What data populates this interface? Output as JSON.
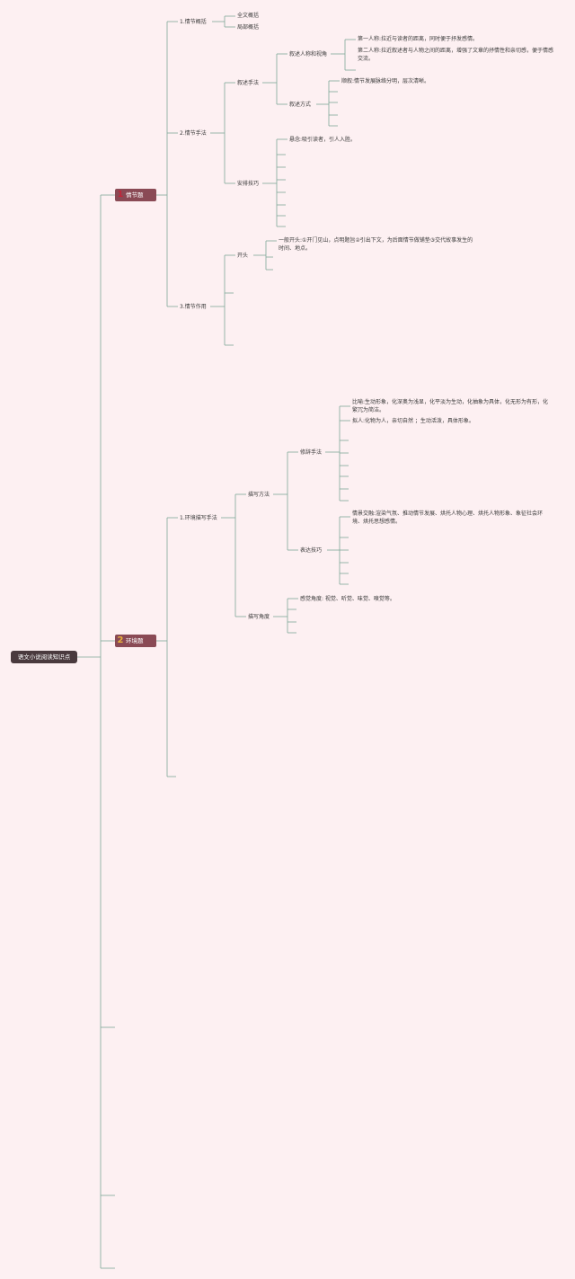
{
  "root": "语文小说阅读知识点",
  "sections": [
    {
      "num": "1",
      "num_color": "#c0263a",
      "label": "情节题"
    },
    {
      "num": "2",
      "num_color": "#e8b23a",
      "label": "环境题"
    }
  ],
  "plot": {
    "n1": "1.情节概括",
    "n1a": "全文概括",
    "n1b": "局部概括",
    "n2": "2.情节手法",
    "n2a": "叙述手法",
    "n2a1": "叙述人称和视角",
    "n2a1a": "第一人称:拉近与读者的距离，同时便于抒发感情。",
    "n2a1b": "第二人称:拉近叙述者与人物之间的距离，增强了文章的抒情性和亲切感，便于情感交流。",
    "n2a2": "叙述方式",
    "n2a2a": "顺叙:情节发展脉络分明，层次清晰。",
    "n2b": "安排技巧",
    "n2b1": "悬念:吸引读者，引人入胜。",
    "n3": "3.情节作用",
    "n3a": "开头",
    "n3a1": "一般开头:①开门见山，点明题旨②引出下文，为后面情节做铺垫③交代故事发生的时间、地点。"
  },
  "env": {
    "n1": "1.环境描写手法",
    "n1a": "描写方法",
    "n1a1": "修辞手法",
    "n1a1a": "比喻:生动形象，化深奥为浅显，化平淡为生动，化抽象为具体，化无形为有形，化繁冗为简洁。",
    "n1a1b": "拟人:化物为人，亲切自然 ；生动活泼，具体形象。",
    "n1a2": "表达技巧",
    "n1a2a": "情景交融:渲染气氛、推动情节发展、烘托人物心理、烘托人物形象、象征社会环境、烘托思想感情。",
    "n1b": "描写角度",
    "n1b1": "感觉角度: 视觉、听觉、味觉、嗅觉等。"
  },
  "colors": {
    "background": "#fdf0f2",
    "line": "#7fa898",
    "root_bg": "#4a3a3e",
    "section_bg": "#8a4a55"
  }
}
